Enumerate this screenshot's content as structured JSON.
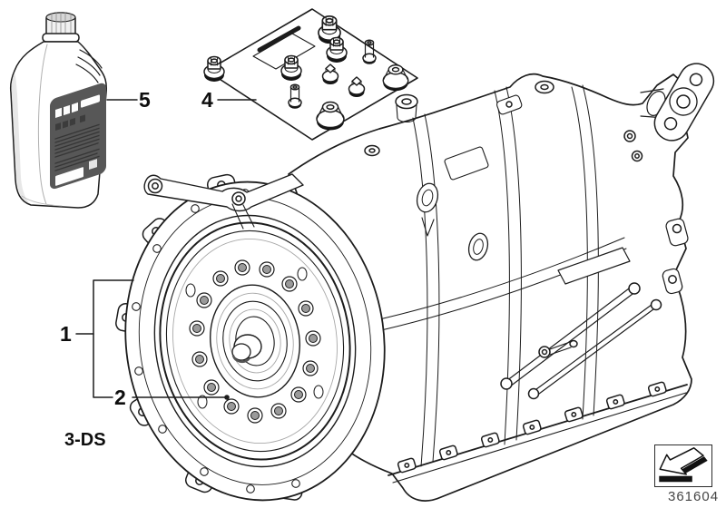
{
  "callouts": {
    "gearbox": {
      "label": "1"
    },
    "torque_converter": {
      "label": "2"
    },
    "mounting_kit": {
      "label": "4"
    },
    "oil_bottle": {
      "label": "5"
    }
  },
  "variant_code": "3-DS",
  "diagram_code": "361604",
  "icons": {
    "nav_arrow": "back-arrow-icon"
  },
  "colors": {
    "ink": "#1c1c1c",
    "light_line": "#a8a8a8",
    "bottle_label_panel": "#575757",
    "bolt_shade": "#9a9a9a",
    "code_text": "#454545",
    "background": "#ffffff"
  }
}
